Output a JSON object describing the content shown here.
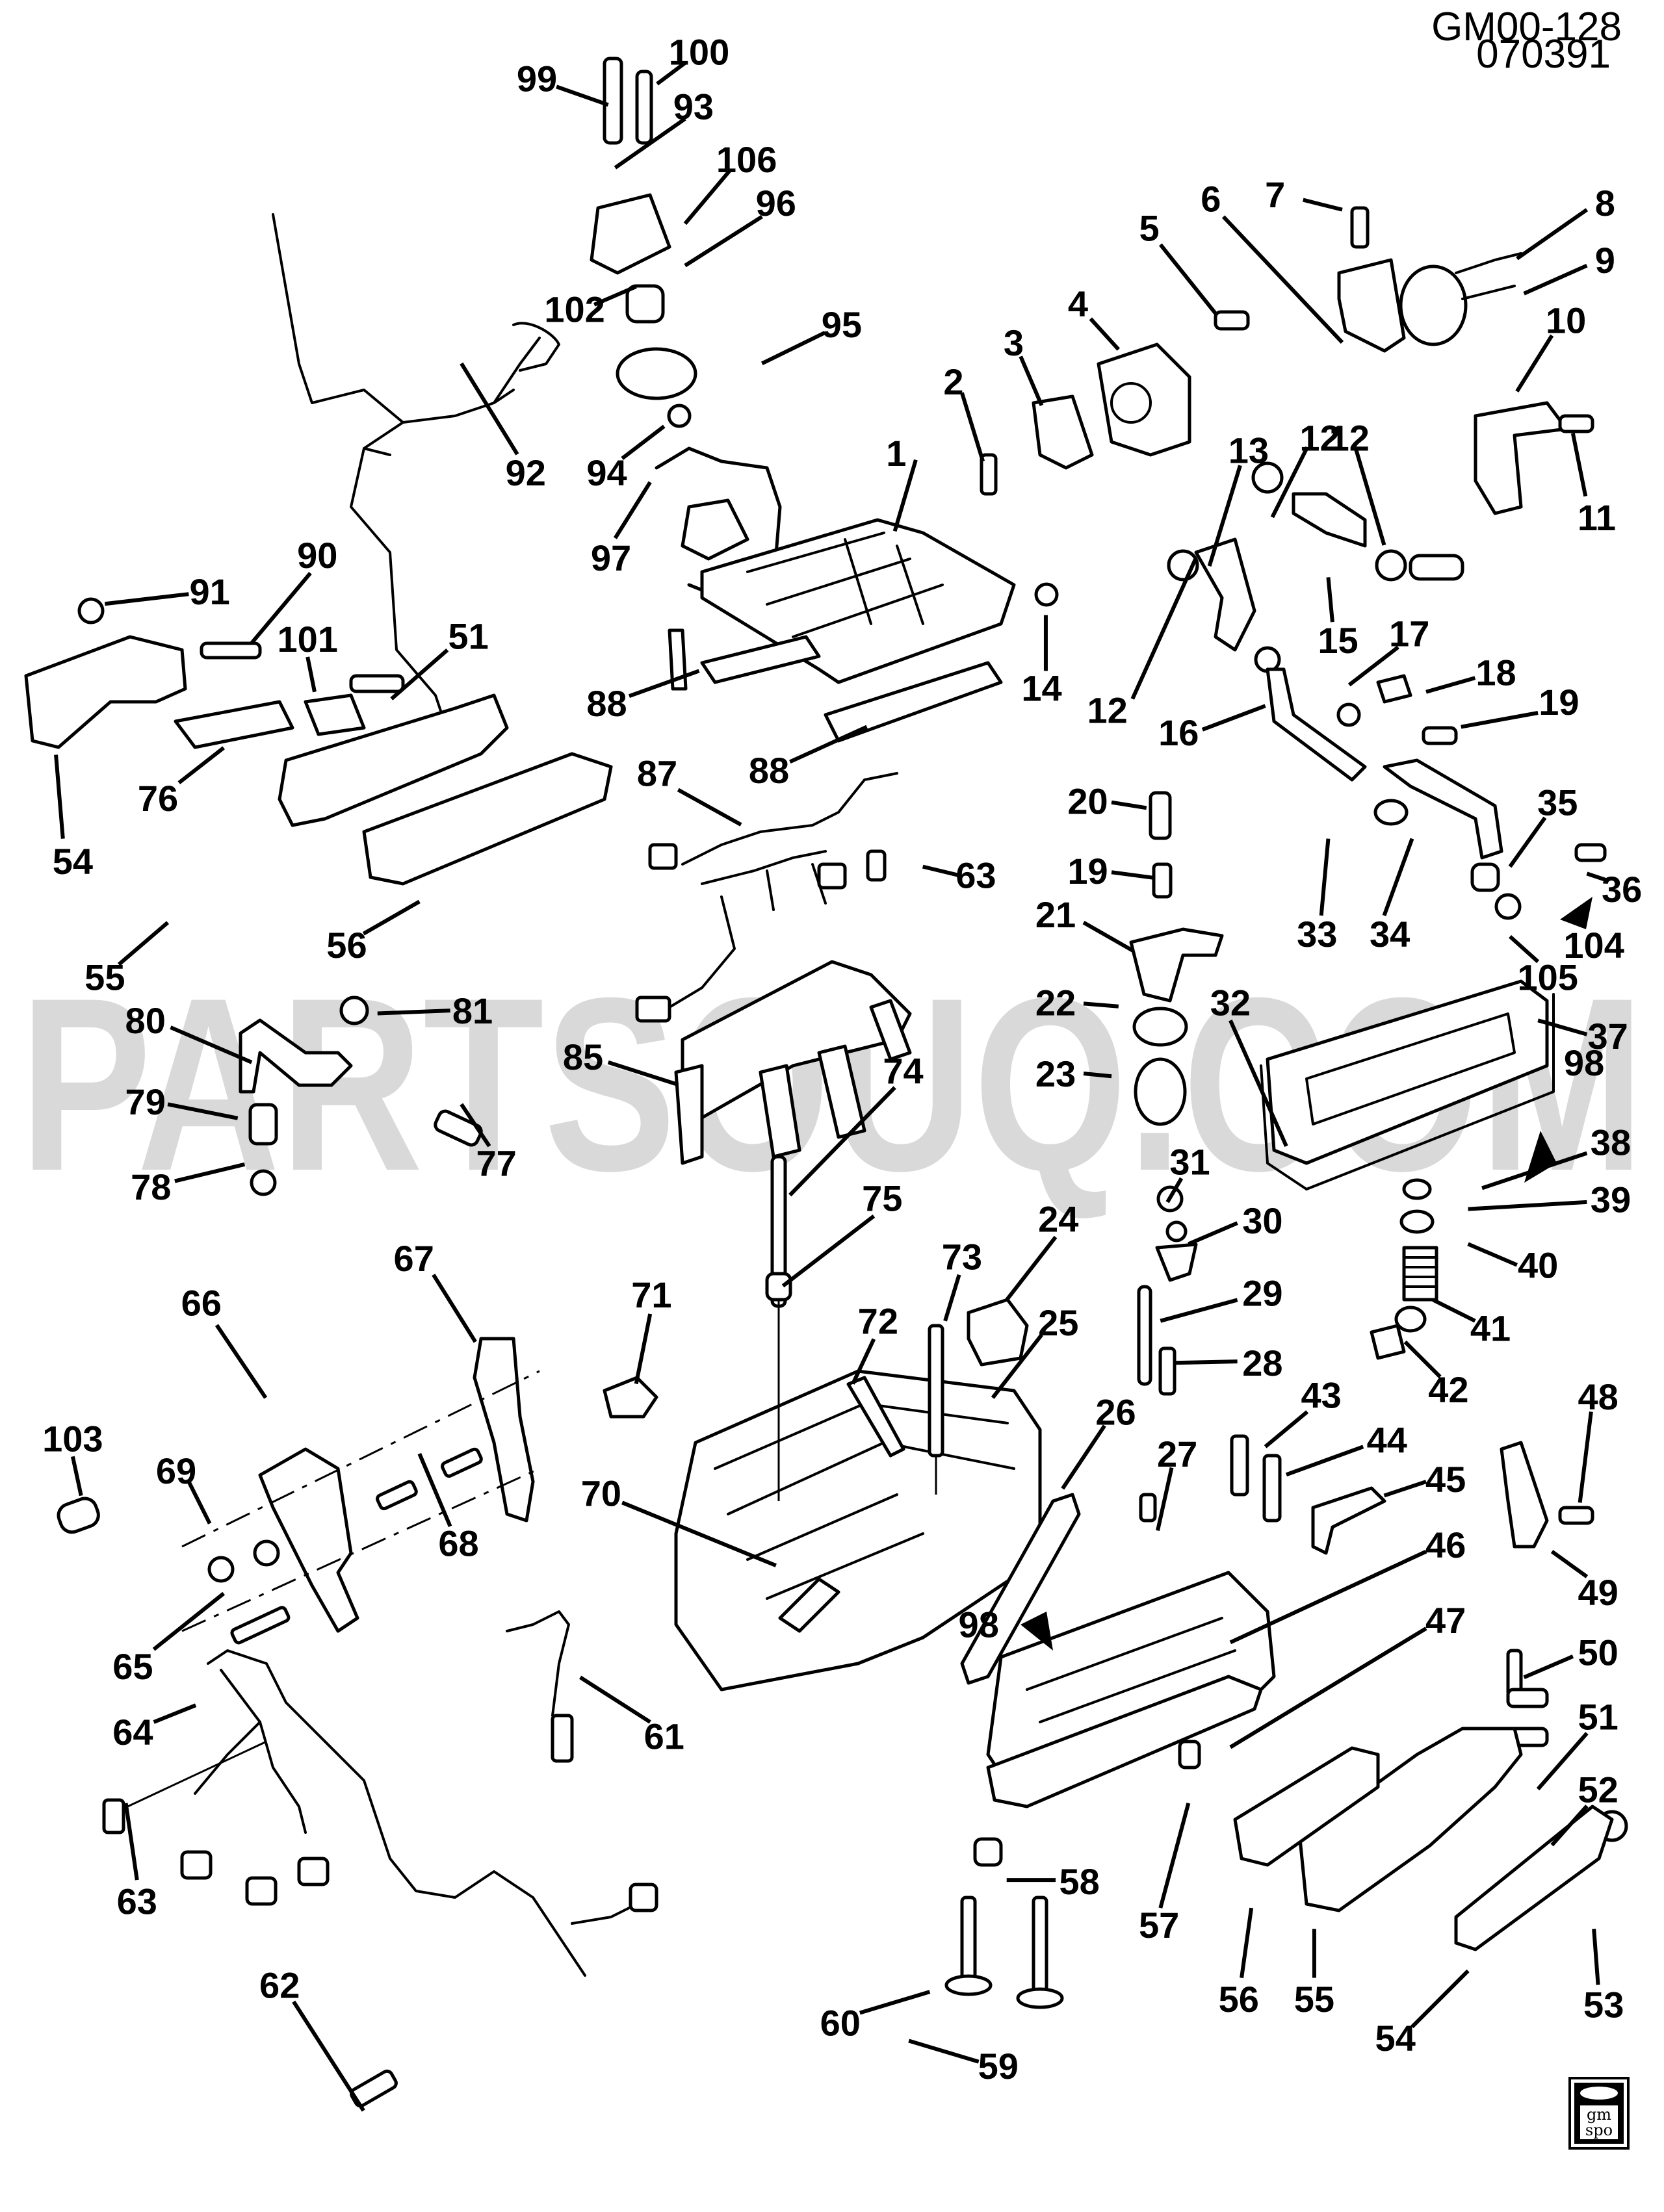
{
  "diagram": {
    "illustration_code": "GM00-128",
    "illustration_date": "070391",
    "watermark": "PARTSOUQ.COM",
    "logo": {
      "line1": "gm",
      "line2": "spo",
      "icon": "gm-spo-logo-icon"
    },
    "callouts": [
      "1",
      "2",
      "3",
      "4",
      "5",
      "6",
      "7",
      "8",
      "9",
      "10",
      "11",
      "12",
      "12",
      "12",
      "13",
      "14",
      "15",
      "16",
      "17",
      "18",
      "19",
      "19",
      "20",
      "21",
      "22",
      "23",
      "24",
      "25",
      "26",
      "27",
      "28",
      "29",
      "30",
      "31",
      "32",
      "33",
      "34",
      "35",
      "36",
      "37",
      "38",
      "39",
      "40",
      "41",
      "42",
      "43",
      "44",
      "45",
      "46",
      "47",
      "48",
      "49",
      "50",
      "51",
      "51",
      "52",
      "53",
      "54",
      "54",
      "55",
      "55",
      "56",
      "56",
      "57",
      "58",
      "59",
      "60",
      "61",
      "62",
      "63",
      "63",
      "64",
      "65",
      "66",
      "67",
      "68",
      "69",
      "70",
      "71",
      "72",
      "73",
      "74",
      "75",
      "76",
      "77",
      "78",
      "79",
      "80",
      "81",
      "85",
      "87",
      "88",
      "88",
      "90",
      "91",
      "92",
      "93",
      "94",
      "95",
      "96",
      "97",
      "98",
      "98",
      "99",
      "100",
      "101",
      "102",
      "103",
      "104",
      "105",
      "106"
    ],
    "locator_arrows": [
      "98",
      "98",
      "104"
    ]
  }
}
